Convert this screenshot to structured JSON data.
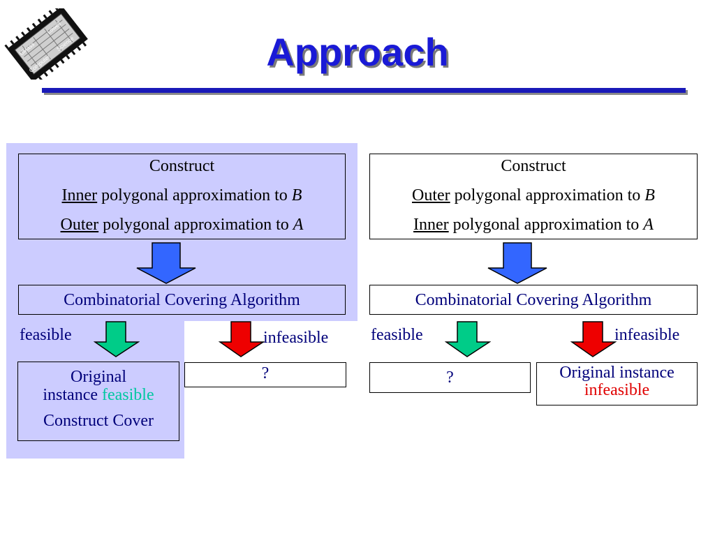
{
  "logo": {
    "text_top": "UMass",
    "text_top2": "Lowell",
    "text_bottom": "Computer",
    "text_bottom2": "Science"
  },
  "slide": {
    "title": "Approach"
  },
  "left": {
    "construct": {
      "heading": "Construct",
      "line1": {
        "u": "Inner",
        "rest": " polygonal approximation to ",
        "var": "B"
      },
      "line2": {
        "u": "Outer",
        "rest": " polygonal approximation to ",
        "var": "A"
      }
    },
    "algorithm": "Combinatorial Covering Algorithm",
    "feasible_label": "feasible",
    "infeasible_label": "infeasible",
    "result_feasible": {
      "l1": "Original",
      "l2a": "instance ",
      "l2b": "feasible",
      "l3": "Construct Cover"
    },
    "result_infeasible": "?"
  },
  "right": {
    "construct": {
      "heading": "Construct",
      "line1": {
        "u": "Outer",
        "rest": " polygonal approximation to ",
        "var": "B"
      },
      "line2": {
        "u": "Inner",
        "rest": " polygonal approximation to ",
        "var": "A"
      }
    },
    "algorithm": "Combinatorial Covering Algorithm",
    "feasible_label": "feasible",
    "infeasible_label": "infeasible",
    "result_feasible": "?",
    "result_infeasible": {
      "l1": "Original instance",
      "l2": "infeasible"
    }
  },
  "colors": {
    "panel": "#ccccff",
    "title": "#1a1ad6",
    "arrow_blue": "#3366ff",
    "arrow_green": "#00cc88",
    "arrow_red": "#ee0000"
  }
}
